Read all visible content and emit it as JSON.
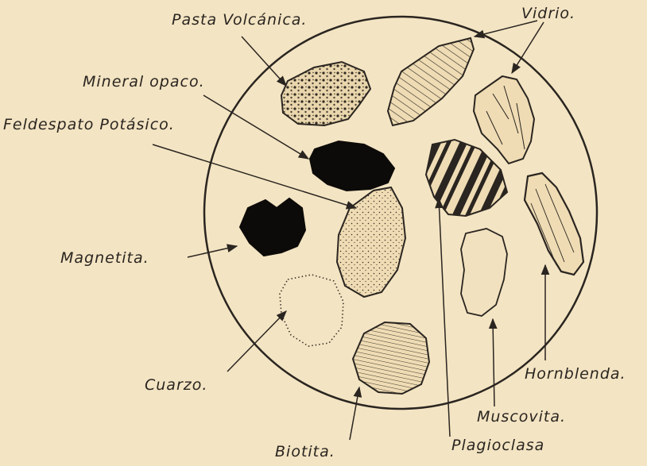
{
  "labels": {
    "pasta_volcanica": "Pasta Volcánica.",
    "vidrio": "Vidrio.",
    "mineral_opaco": "Mineral opaco.",
    "feldespato_potasico": "Feldespato Potásico.",
    "magnetita": "Magnetita.",
    "cuarzo": "Cuarzo.",
    "biotita": "Biotita.",
    "plagioclasa": "Plagioclasa",
    "muscovita": "Muscovita.",
    "hornblenda": "Hornblenda."
  },
  "colors": {
    "paper": "#f3e4c3",
    "ink": "#2a2520",
    "grain_fill": "#efdcb4",
    "opaque": "#0d0b09"
  }
}
